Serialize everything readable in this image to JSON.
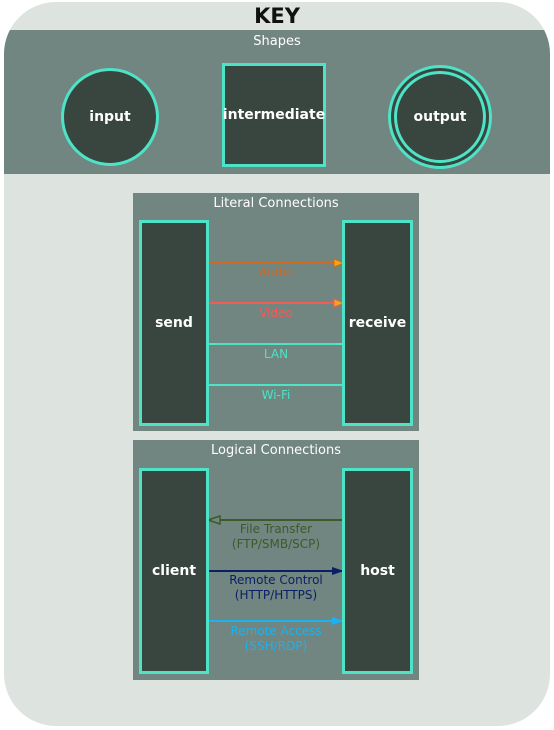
{
  "key": {
    "title": "KEY"
  },
  "shapes": {
    "title": "Shapes",
    "input": "input",
    "intermediate": "intermediate",
    "output": "output"
  },
  "literal": {
    "title": "Literal Connections",
    "send": "send",
    "receive": "receive",
    "audio": "Audio",
    "video": "Video",
    "lan": "LAN",
    "wifi": "Wi-Fi"
  },
  "logical": {
    "title": "Logical Connections",
    "client": "client",
    "host": "host",
    "file_transfer": "File Transfer",
    "file_transfer_proto": "(FTP/SMB/SCP)",
    "remote_control": "Remote Control",
    "remote_control_proto": "(HTTP/HTTPS)",
    "remote_access": "Remote Access",
    "remote_access_proto": "(SSH/RDP)"
  },
  "colors": {
    "node_fill": "#38463f",
    "node_border": "#4de3c7",
    "audio": "#d2691e",
    "video": "#f25c54",
    "lan": "#4de3c7",
    "wifi": "#4de3c7",
    "file_transfer": "#3d5a2a",
    "remote_control": "#0b1f66",
    "remote_access": "#1ab2f0"
  }
}
